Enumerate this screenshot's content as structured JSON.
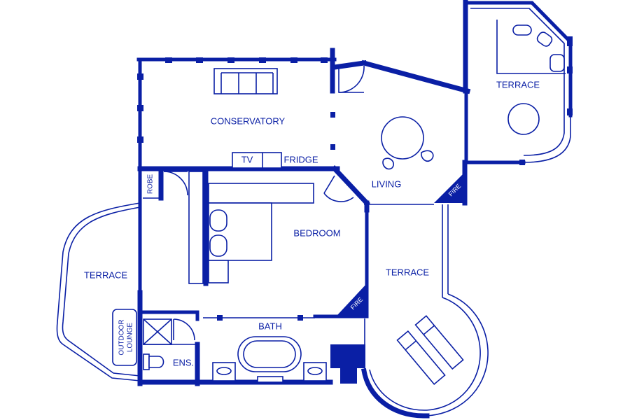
{
  "labels": {
    "conservatory": "CONSERVATORY",
    "tv": "TV",
    "fridge": "FRIDGE",
    "living": "LIVING",
    "terrace_ne": "TERRACE",
    "robe": "ROBE",
    "bedroom": "BEDROOM",
    "terrace_w": "TERRACE",
    "terrace_s": "TERRACE",
    "fire_living": "FIRE",
    "fire_bedroom": "FIRE",
    "bath": "BATH",
    "ens": "ENS.",
    "outdoor_lounge_1": "OUTDOOR",
    "outdoor_lounge_2": "LOUNGE"
  },
  "colors": {
    "wall": "#0a1fa5",
    "background": "#ffffff"
  }
}
